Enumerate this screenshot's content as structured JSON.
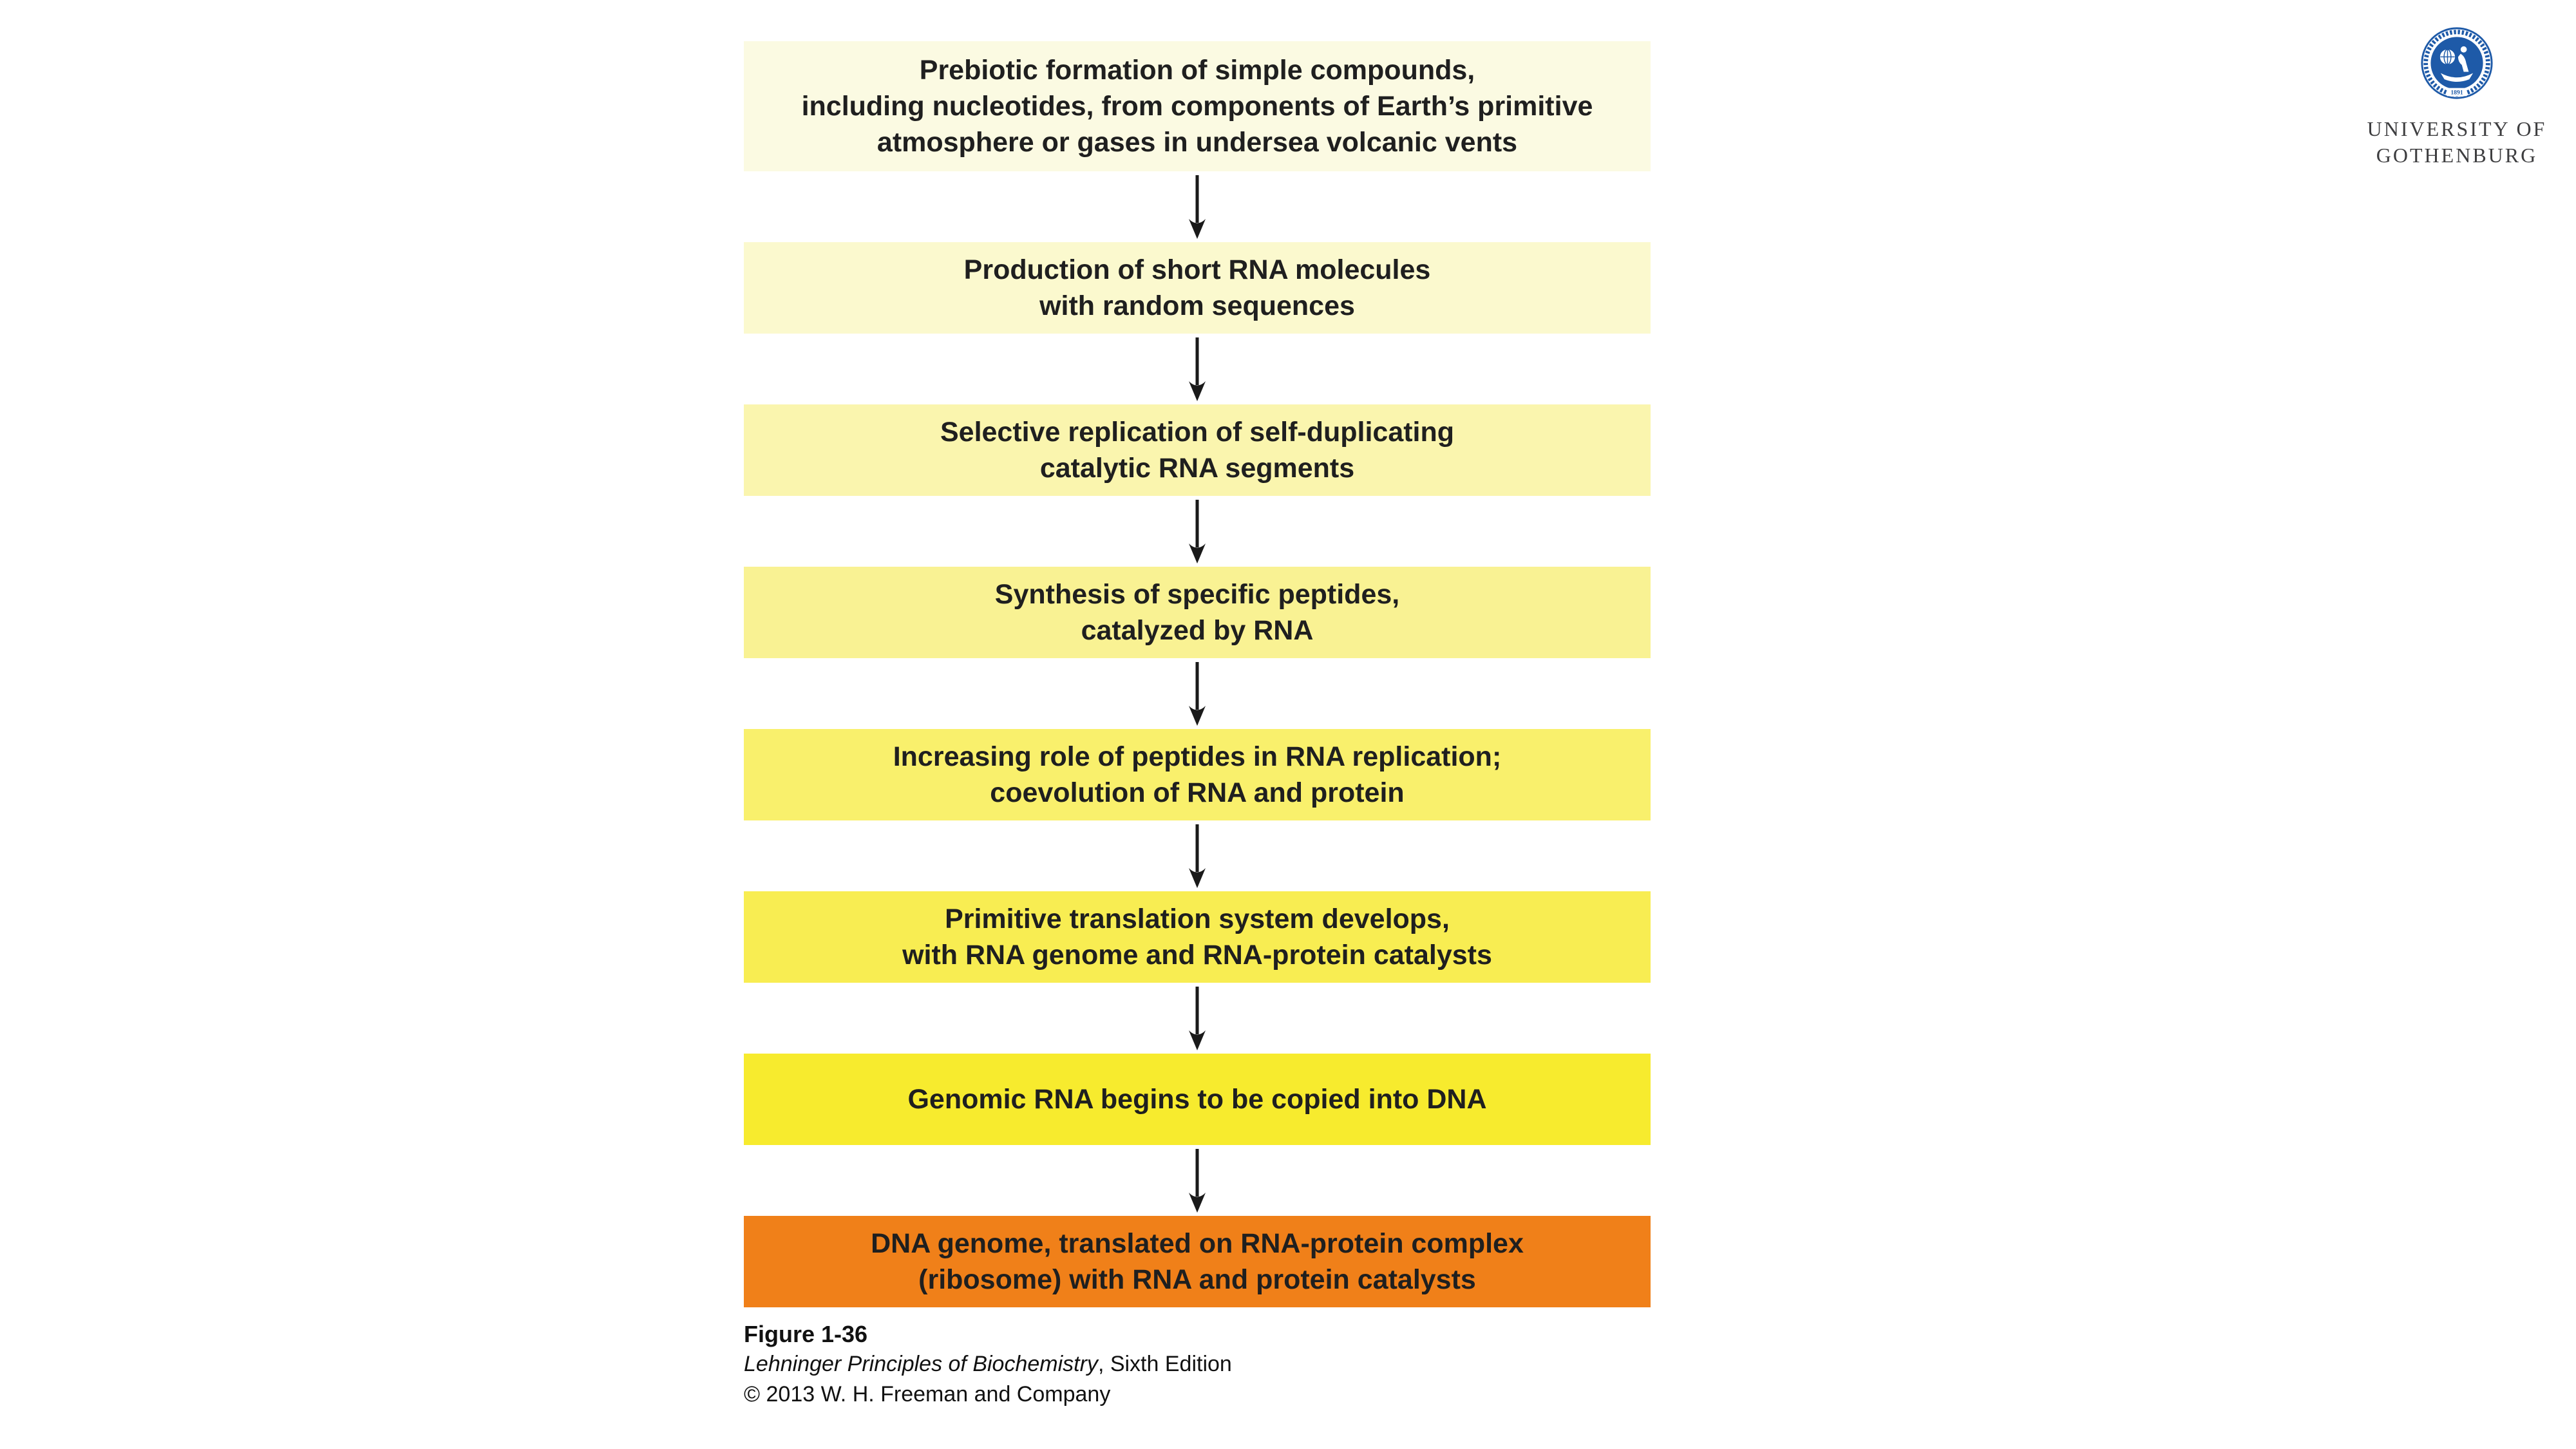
{
  "page": {
    "background": "#FFFFFF"
  },
  "flowchart": {
    "text_color": "#1F1F1F",
    "arrow_color": "#1A1A1A",
    "steps": [
      {
        "bg": "#FBFAE2",
        "lines": [
          "Prebiotic formation of simple compounds,",
          "including nucleotides, from components of Earth’s primitive",
          "atmosphere or gases in undersea volcanic vents"
        ]
      },
      {
        "bg": "#FBF9CE",
        "lines": [
          "Production of short RNA molecules",
          "with random sequences"
        ]
      },
      {
        "bg": "#FAF5AE",
        "lines": [
          "Selective replication of self-duplicating",
          "catalytic RNA segments"
        ]
      },
      {
        "bg": "#F9F293",
        "lines": [
          "Synthesis of specific peptides,",
          "catalyzed by RNA"
        ]
      },
      {
        "bg": "#F9F06C",
        "lines": [
          "Increasing role of peptides in RNA replication;",
          "coevolution of RNA and protein"
        ]
      },
      {
        "bg": "#F8ED52",
        "lines": [
          "Primitive translation system develops,",
          "with RNA genome and RNA-protein catalysts"
        ]
      },
      {
        "bg": "#F7EB2E",
        "lines": [
          "Genomic RNA begins to be copied into DNA"
        ]
      },
      {
        "bg": "#F08019",
        "lines": [
          "DNA genome, translated on RNA-protein complex",
          "(ribosome) with RNA and protein catalysts"
        ]
      }
    ]
  },
  "caption": {
    "figure_label": "Figure 1-36",
    "book_title": "Lehninger Principles of Biochemistry",
    "edition": ", Sixth Edition",
    "copyright": "© 2013 W. H. Freeman and Company"
  },
  "logo": {
    "institution_line1": "UNIVERSITY OF",
    "institution_line2": "GOTHENBURG",
    "seal_text": "UNIVERSITAS · GOTHOBURGENSIS",
    "seal_year": "1891",
    "seal_color": "#1E5AA8",
    "text_color": "#3E3E40"
  }
}
